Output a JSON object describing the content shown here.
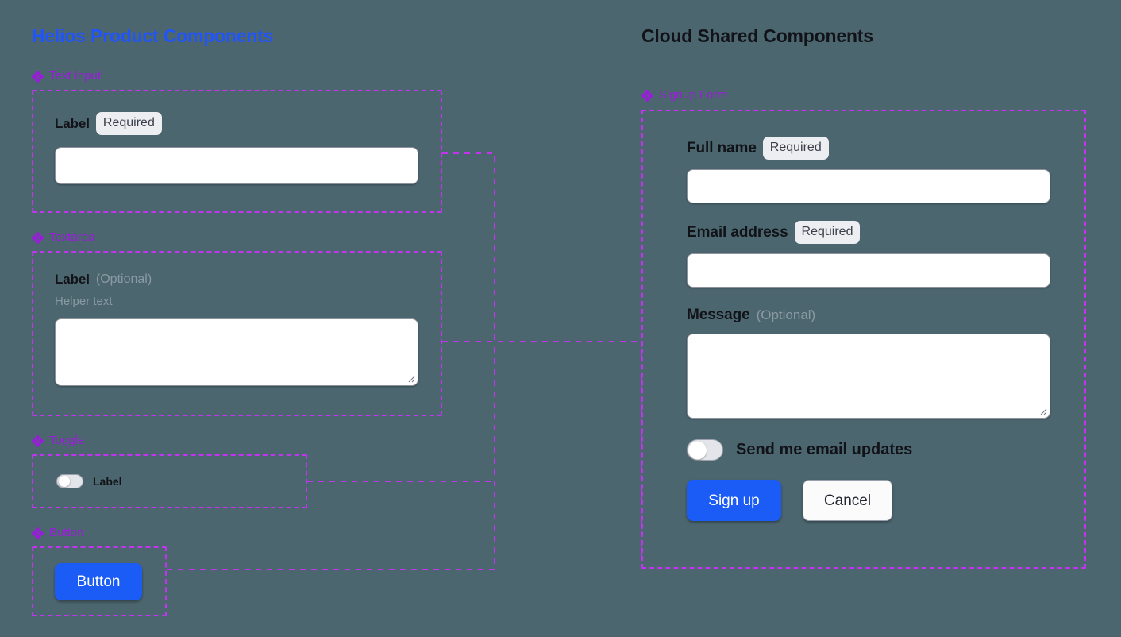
{
  "canvas": {
    "background_color": "#4c6670",
    "connector_color": "#c234f0",
    "frame_border_color": "#c234f0",
    "section_label_color": "#9b1bdd",
    "accent_blue": "#1a5cf5",
    "muted_text_color": "#8a9aa3"
  },
  "left_column": {
    "title": "Helios Product Components",
    "title_color": "#2255f5",
    "sections": [
      {
        "icon": "components-diamond-icon",
        "label": "Text Input",
        "field": {
          "label": "Label",
          "badge": "Required",
          "input_value": "",
          "input_placeholder": ""
        }
      },
      {
        "icon": "components-diamond-icon",
        "label": "Textarea",
        "field": {
          "label": "Label",
          "optional": "(Optional)",
          "helper": "Helper text",
          "textarea_value": "",
          "textarea_placeholder": ""
        }
      },
      {
        "icon": "components-diamond-icon",
        "label": "Toggle",
        "field": {
          "toggle_label": "Label",
          "toggle_state": "off"
        }
      },
      {
        "icon": "components-diamond-icon",
        "label": "Button",
        "field": {
          "button_label": "Button"
        }
      }
    ]
  },
  "right_column": {
    "title": "Cloud Shared Components",
    "title_color": "#111318",
    "section": {
      "icon": "components-diamond-icon",
      "label": "Signup Form"
    },
    "form": {
      "fields": [
        {
          "label": "Full name",
          "badge": "Required",
          "value": "",
          "placeholder": "",
          "type": "text"
        },
        {
          "label": "Email address",
          "badge": "Required",
          "value": "",
          "placeholder": "",
          "type": "text"
        },
        {
          "label": "Message",
          "optional": "(Optional)",
          "value": "",
          "placeholder": "",
          "type": "textarea"
        }
      ],
      "toggle": {
        "label": "Send me email updates",
        "state": "off"
      },
      "actions": {
        "primary": "Sign up",
        "secondary": "Cancel"
      }
    }
  }
}
